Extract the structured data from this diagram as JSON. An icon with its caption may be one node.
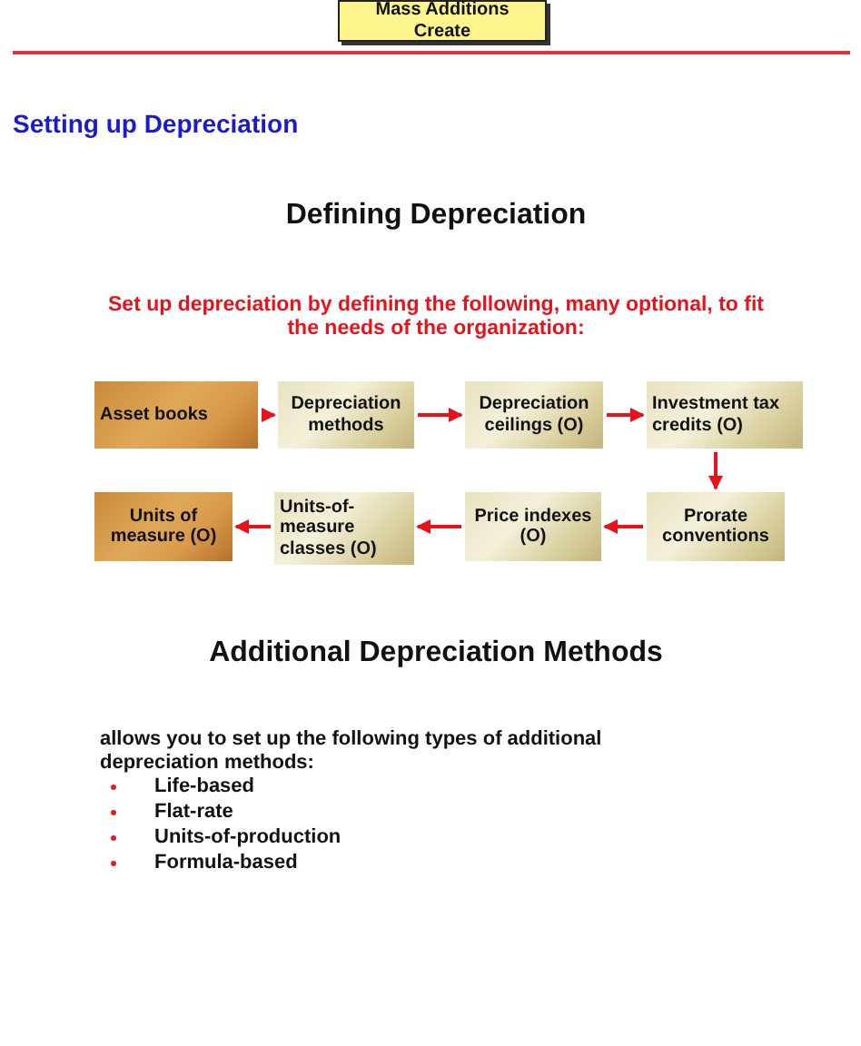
{
  "diagram": {
    "nodes": [
      {
        "text": [
          "Mass Additions Create"
        ]
      },
      {
        "text": [
          "Asset books"
        ]
      },
      {
        "text": [
          "Depreciation methods"
        ]
      },
      {
        "text": [
          "Depreciation ceilings (O)"
        ]
      },
      {
        "text": [
          "Investment tax credits (O)"
        ]
      },
      {
        "text": [
          "Prorate conventions"
        ]
      },
      {
        "text": [
          "Price indexes (O)"
        ]
      },
      {
        "text": [
          "Units-of-measure classes (O)"
        ]
      },
      {
        "text": [
          "Units of measure (O)"
        ]
      }
    ],
    "edges": [
      {
        "from": 1,
        "to": 2,
        "arrow": "to"
      },
      {
        "from": 2,
        "to": 3,
        "arrow": "to"
      },
      {
        "from": 3,
        "to": 4,
        "arrow": "to"
      },
      {
        "from": 4,
        "to": 5,
        "arrow": "to"
      },
      {
        "from": 5,
        "to": 6,
        "arrow": "to"
      },
      {
        "from": 6,
        "to": 7,
        "arrow": "to"
      },
      {
        "from": 7,
        "to": 8,
        "arrow": "to"
      }
    ],
    "labels": [
      "Setting up Depreciation",
      "Defining Depreciation",
      "Set up depreciation by defining the following, many optional, to fit the needs of the organization:",
      "Additional Depreciation Methods",
      "allows you to set up the following types of additional depreciation methods:",
      "Life-based",
      "Flat-rate",
      "Units-of-production",
      "Formula-based"
    ]
  }
}
